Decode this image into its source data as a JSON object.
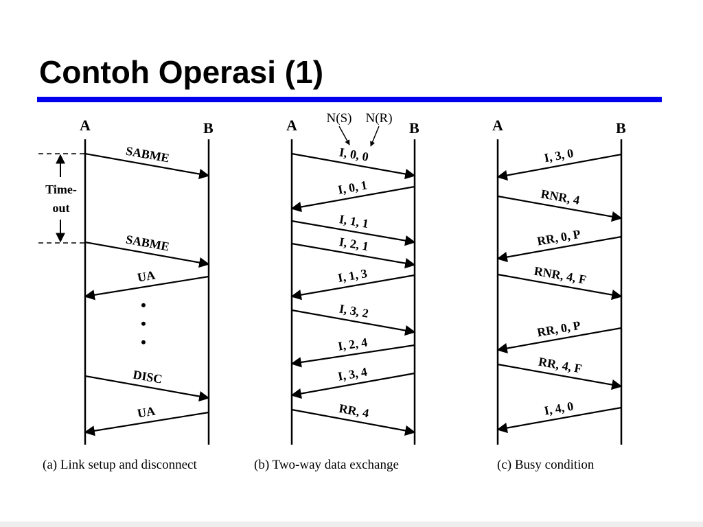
{
  "slide": {
    "title": "Contoh Operasi (1)"
  },
  "colors": {
    "rule": "#0000ee",
    "ink": "#000000"
  },
  "panels": [
    {
      "caption": "(a) Link setup and disconnect",
      "left_label": "A",
      "right_label": "B",
      "timeout_label": [
        "Time-",
        "out"
      ],
      "dots": "•",
      "messages": [
        {
          "label": "SABME",
          "direction": "A-to-B"
        },
        {
          "label": "SABME",
          "direction": "A-to-B"
        },
        {
          "label": "UA",
          "direction": "B-to-A"
        },
        {
          "label": "DISC",
          "direction": "A-to-B"
        },
        {
          "label": "UA",
          "direction": "B-to-A"
        }
      ]
    },
    {
      "caption": "(b) Two-way data exchange",
      "left_label": "A",
      "right_label": "B",
      "field_labels": [
        "N(S)",
        "N(R)"
      ],
      "messages": [
        {
          "label": "I, 0, 0",
          "direction": "A-to-B"
        },
        {
          "label": "I, 0, 1",
          "direction": "B-to-A"
        },
        {
          "label": "I, 1, 1",
          "direction": "A-to-B"
        },
        {
          "label": "I, 2, 1",
          "direction": "A-to-B"
        },
        {
          "label": "I, 1, 3",
          "direction": "B-to-A"
        },
        {
          "label": "I, 3, 2",
          "direction": "A-to-B"
        },
        {
          "label": "I, 2, 4",
          "direction": "B-to-A"
        },
        {
          "label": "I, 3, 4",
          "direction": "B-to-A"
        },
        {
          "label": "RR, 4",
          "direction": "A-to-B"
        }
      ]
    },
    {
      "caption": "(c) Busy condition",
      "left_label": "A",
      "right_label": "B",
      "messages": [
        {
          "label": "I, 3, 0",
          "direction": "B-to-A"
        },
        {
          "label": "RNR, 4",
          "direction": "A-to-B"
        },
        {
          "label": "RR, 0, P",
          "direction": "B-to-A"
        },
        {
          "label": "RNR, 4, F",
          "direction": "A-to-B"
        },
        {
          "label": "RR, 0, P",
          "direction": "B-to-A"
        },
        {
          "label": "RR, 4, F",
          "direction": "A-to-B"
        },
        {
          "label": "I, 4, 0",
          "direction": "B-to-A"
        }
      ]
    }
  ]
}
